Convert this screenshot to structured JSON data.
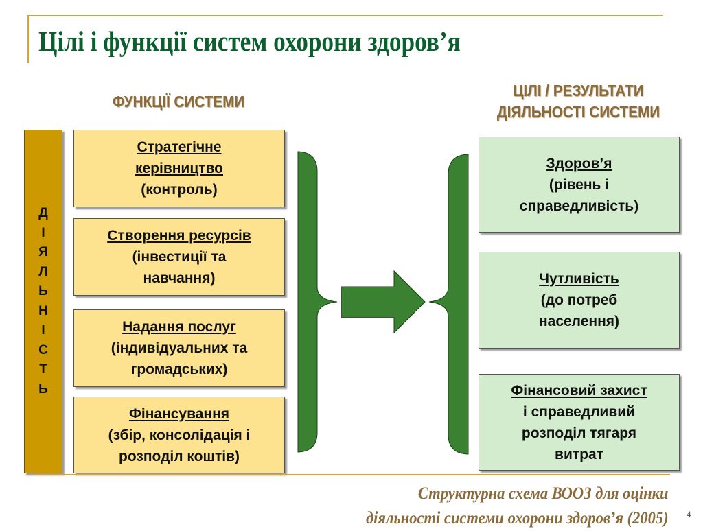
{
  "title": "Цілі і функції систем охорони здоров’я",
  "functions_heading": "ФУНКЦІЇ СИСТЕМИ",
  "goals_heading": [
    "ЦІЛІ / РЕЗУЛЬТАТИ",
    "ДІЯЛЬНОСТІ СИСТЕМИ"
  ],
  "activity_letters": [
    "Д",
    "І",
    "Я",
    "Л",
    "Ь",
    "Н",
    "І",
    "С",
    "Т",
    "Ь"
  ],
  "functions": [
    {
      "title": [
        "Стратегічне",
        "керівництво"
      ],
      "detail": [
        "(контроль)"
      ]
    },
    {
      "title": [
        "Створення ресурсів"
      ],
      "detail": [
        "(інвестиції та",
        "навчання)"
      ]
    },
    {
      "title": [
        "Надання послуг"
      ],
      "detail": [
        "(індивідуальних та",
        "громадських)"
      ]
    },
    {
      "title": [
        "Фінансування"
      ],
      "detail": [
        "(збір, консолідація і",
        "розподіл коштів)"
      ]
    }
  ],
  "goals": [
    {
      "title": [
        "Здоров’я"
      ],
      "detail": [
        "(рівень і",
        "справедливість)"
      ]
    },
    {
      "title": [
        "Чутливість"
      ],
      "detail": [
        "(до потреб",
        "населення)"
      ]
    },
    {
      "title": [
        "Фінансовий захист"
      ],
      "detail": [
        "і справедливий",
        "розподіл тягаря",
        "витрат"
      ]
    }
  ],
  "caption": [
    "Структурна схема ВООЗ для оцінки",
    "діяльності системи охорони здоров’я (2005)"
  ],
  "page_number": "4",
  "colors": {
    "title": "#0b5e2e",
    "accent_line": "#d8a62c",
    "arrow": "#3a8132",
    "function_box": "#fde38f",
    "goal_box": "#d4ecce",
    "activity_bar": "#cc9a00"
  }
}
